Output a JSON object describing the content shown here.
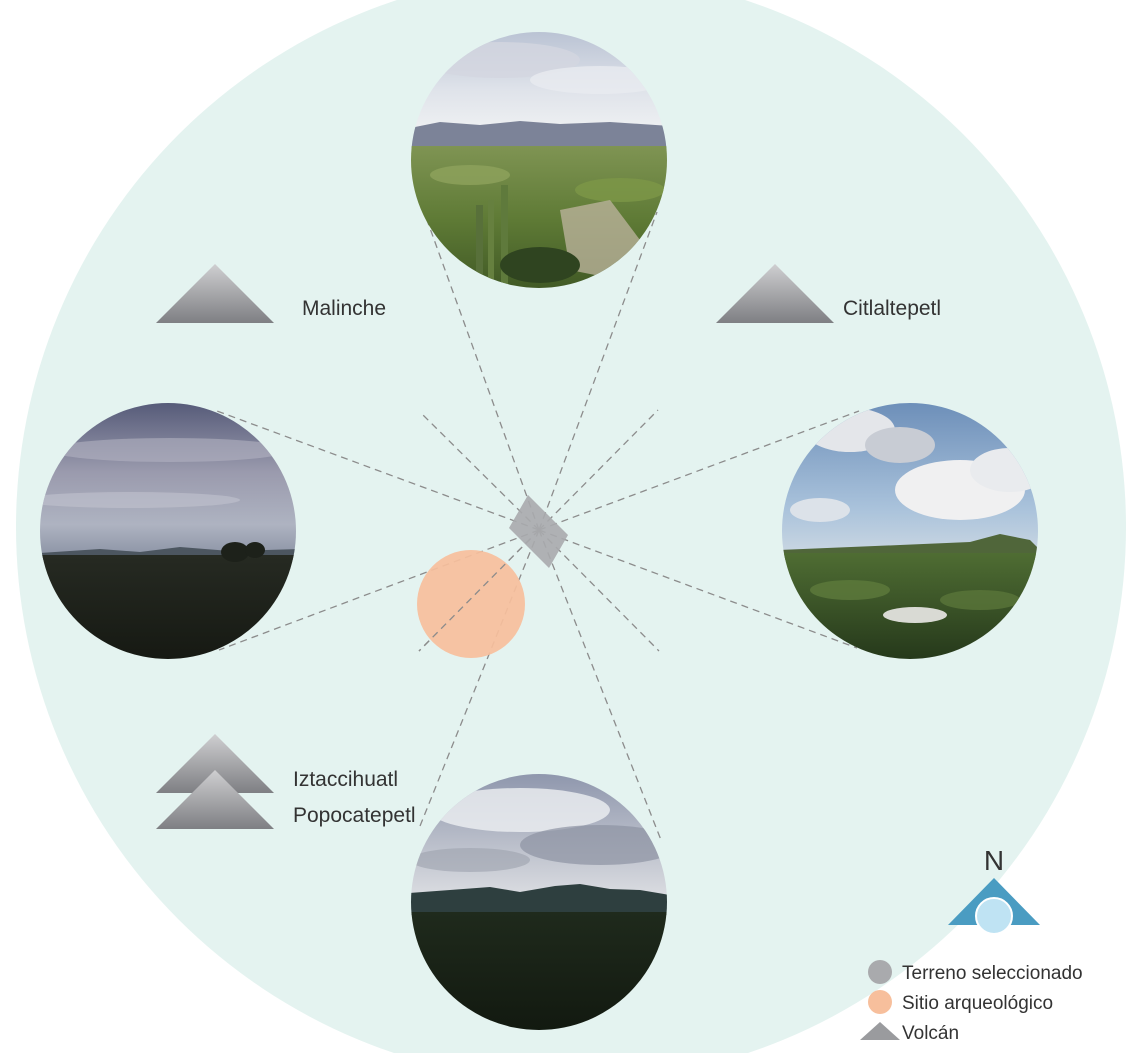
{
  "volcanoes": {
    "malinche": "Malinche",
    "citlaltepetl": "Citlaltepetl",
    "iztaccihuatl": "Iztaccihuatl",
    "popocatepetl": "Popocatepetl"
  },
  "compass": {
    "label": "N"
  },
  "legend": {
    "selected_terrain": "Terreno seleccionado",
    "archaeological_site": "Sitio arqueológico",
    "volcano": "Volcán"
  },
  "colors": {
    "background_disc": "#e4f3f0",
    "archaeological_site": "#f7bf9c",
    "selected_terrain": "#a9aaad",
    "volcano": "#9a9b9e",
    "compass": "#4a9cc2",
    "compass_circle": "#bfe3f3",
    "sight_lines": "#8c8c8c"
  },
  "views": [
    {
      "name": "view-north",
      "scene": "cactus-valley"
    },
    {
      "name": "view-west",
      "scene": "dusk-plain"
    },
    {
      "name": "view-east",
      "scene": "cloudy-hills"
    },
    {
      "name": "view-south",
      "scene": "dark-mountains"
    }
  ]
}
